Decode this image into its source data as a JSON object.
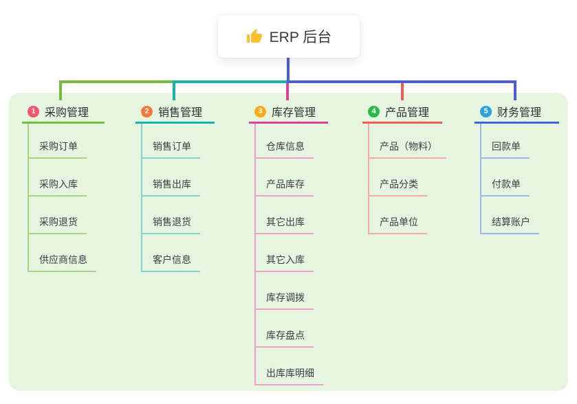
{
  "root": {
    "label": "ERP 后台",
    "icon": "thumbs-up-icon"
  },
  "colors": {
    "canvas_bg": "#ffffff",
    "panel_bg": "#e6f5e0",
    "root_text": "#3a3a3e",
    "header_text": "#303034",
    "child_text": "#3d3d42",
    "thumb_icon": "#fbc02d"
  },
  "connectors": {
    "root_line": "#4a5cd8",
    "trunk": [
      "#74ba3e",
      "#14b4ab",
      "#4a5cd8"
    ],
    "stubs": [
      "#74ba3e",
      "#14b4ab",
      "#e03f9c",
      "#f15b57",
      "#4a5cd8"
    ]
  },
  "branches": [
    {
      "num": "1",
      "label": "采购管理",
      "badge_color": "#f4566e",
      "line_color": "#74ba3e",
      "light_color": "#a9d383",
      "children": [
        "采购订单",
        "采购入库",
        "采购退货",
        "供应商信息"
      ]
    },
    {
      "num": "2",
      "label": "销售管理",
      "badge_color": "#f5793b",
      "line_color": "#14b4ab",
      "light_color": "#82d5cf",
      "children": [
        "销售订单",
        "销售出库",
        "销售退货",
        "客户信息"
      ]
    },
    {
      "num": "3",
      "label": "库存管理",
      "badge_color": "#fbab1a",
      "line_color": "#e03f9c",
      "light_color": "#efa0cc",
      "children": [
        "仓库信息",
        "产品库存",
        "其它出库",
        "其它入库",
        "库存调拨",
        "库存盘点",
        "出库库明细"
      ]
    },
    {
      "num": "4",
      "label": "产品管理",
      "badge_color": "#2eb84b",
      "line_color": "#f15b57",
      "light_color": "#f8aaa6",
      "children": [
        "产品（物料）",
        "产品分类",
        "产品单位"
      ]
    },
    {
      "num": "5",
      "label": "财务管理",
      "badge_color": "#29a3e3",
      "line_color": "#3f66d6",
      "light_color": "#9fb6ea",
      "children": [
        "回款单",
        "付款单",
        "结算账户"
      ]
    }
  ]
}
